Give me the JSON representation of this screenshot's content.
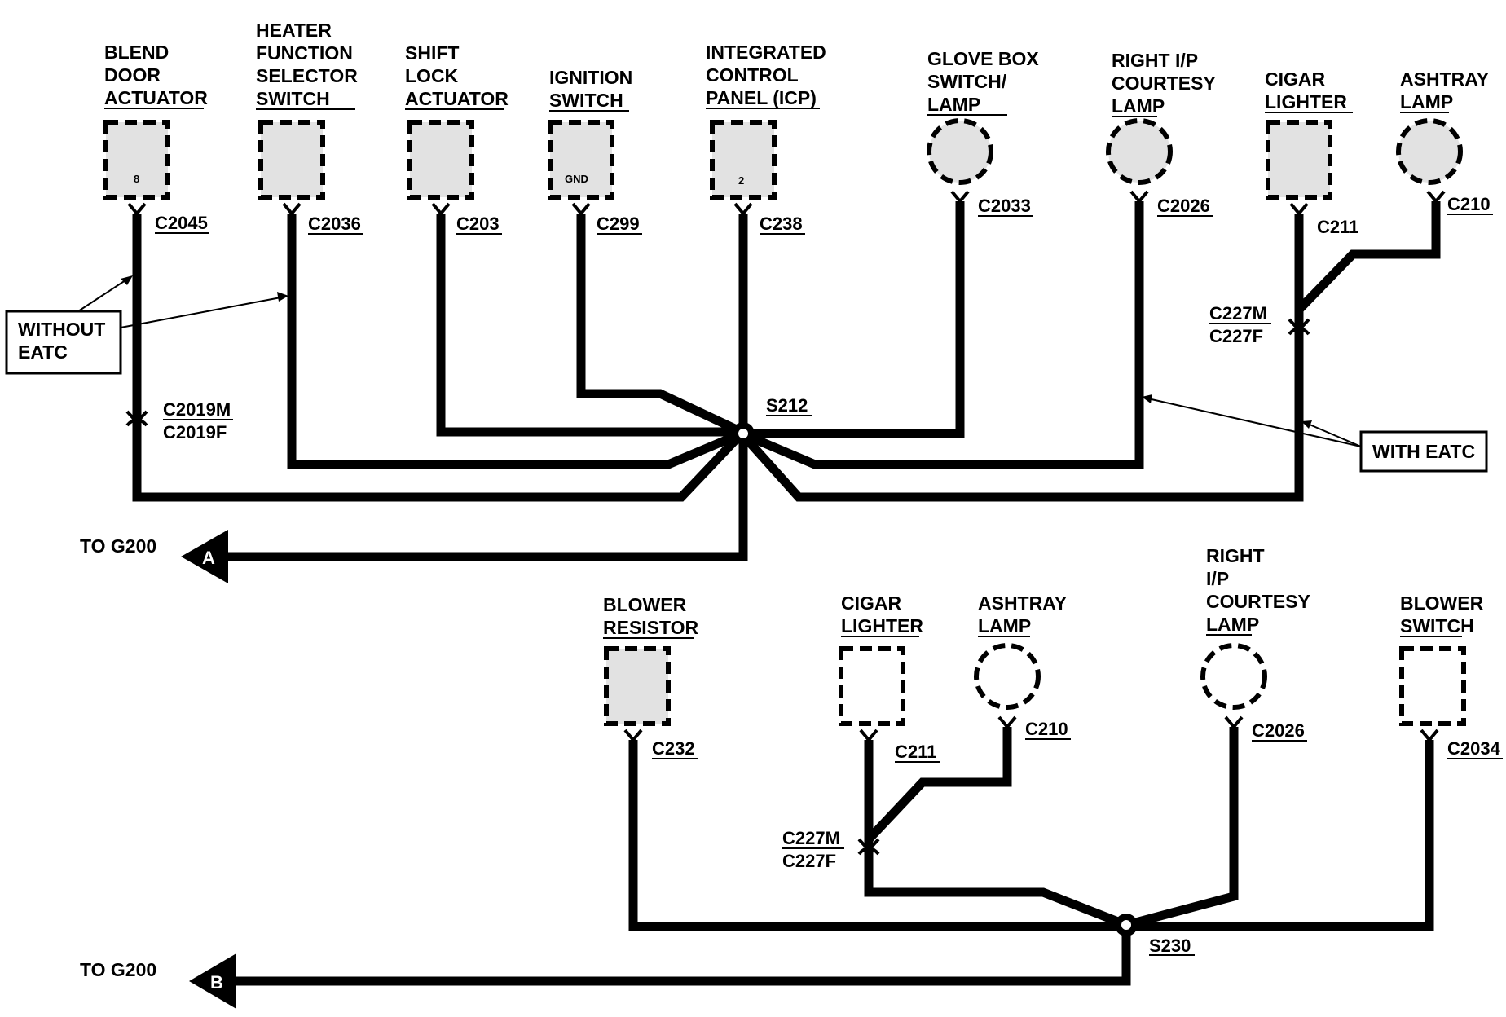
{
  "upper_circuit": {
    "components": {
      "blend_door": [
        "BLEND",
        "DOOR",
        "ACTUATOR"
      ],
      "heater_switch": [
        "HEATER",
        "FUNCTION",
        "SELECTOR",
        "SWITCH"
      ],
      "shift_lock": [
        "SHIFT",
        "LOCK",
        "ACTUATOR"
      ],
      "ignition": [
        "IGNITION",
        "SWITCH"
      ],
      "icp": [
        "INTEGRATED",
        "CONTROL",
        "PANEL (ICP)"
      ],
      "glove_box": [
        "GLOVE BOX",
        "SWITCH/",
        "LAMP"
      ],
      "right_ip": [
        "RIGHT I/P",
        "COURTESY",
        "LAMP"
      ],
      "cigar": [
        "CIGAR",
        "LIGHTER"
      ],
      "ashtray": [
        "ASHTRAY",
        "LAMP"
      ]
    },
    "pin_labels": {
      "blend_door": "8",
      "ignition": "GND",
      "icp": "2"
    },
    "connectors": {
      "blend_door": "C2045",
      "heater_switch": "C2036",
      "shift_lock": "C203",
      "ignition": "C299",
      "icp": "C238",
      "glove_box": "C2033",
      "right_ip": "C2026",
      "cigar": "C211",
      "ashtray": "C210",
      "inline_left": [
        "C2019M",
        "C2019F"
      ],
      "inline_right": [
        "C227M",
        "C227F"
      ]
    },
    "splice": "S212",
    "ground": {
      "text": "TO G200",
      "marker": "A"
    },
    "callouts": {
      "without_eatc": [
        "WITHOUT",
        "EATC"
      ],
      "with_eatc": "WITH EATC"
    }
  },
  "lower_circuit": {
    "components": {
      "blower_resistor": [
        "BLOWER",
        "RESISTOR"
      ],
      "cigar": [
        "CIGAR",
        "LIGHTER"
      ],
      "ashtray": [
        "ASHTRAY",
        "LAMP"
      ],
      "right_ip": [
        "RIGHT",
        "I/P",
        "COURTESY",
        "LAMP"
      ],
      "blower_switch": [
        "BLOWER",
        "SWITCH"
      ]
    },
    "connectors": {
      "blower_resistor": "C232",
      "cigar": "C211",
      "ashtray": "C210",
      "right_ip": "C2026",
      "blower_switch": "C2034",
      "inline": [
        "C227M",
        "C227F"
      ]
    },
    "splice": "S230",
    "ground": {
      "text": "TO G200",
      "marker": "B"
    }
  }
}
